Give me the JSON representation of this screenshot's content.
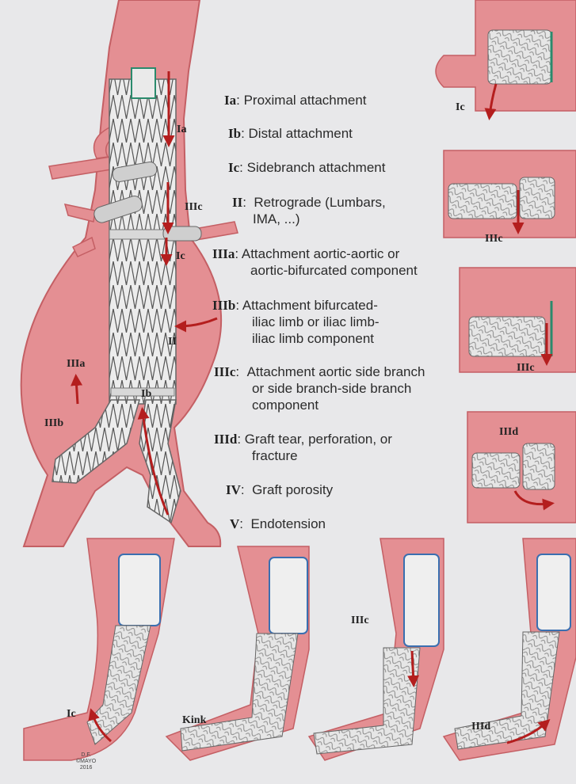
{
  "legend": [
    {
      "code": "Ia",
      "text": "Proximal attachment"
    },
    {
      "code": "Ib",
      "text": "Distal attachment"
    },
    {
      "code": "Ic",
      "text": "Sidebranch attachment"
    },
    {
      "code": "II",
      "text": "Retrograde (Lumbars,",
      "text2": "IMA, ...)"
    },
    {
      "code": "IIIa",
      "text": "Attachment aortic-aortic or",
      "text2": "aortic-bifurcated component"
    },
    {
      "code": "IIIb",
      "text": "Attachment bifurcated-",
      "text2": "iliac limb or iliac limb-",
      "text3": "iliac limb component"
    },
    {
      "code": "IIIc",
      "text": "Attachment aortic side branch",
      "text2": "or side branch-side branch",
      "text3": "component"
    },
    {
      "code": "IIId",
      "text": "Graft tear, perforation, or",
      "text2": "fracture"
    },
    {
      "code": "IV",
      "text": "Graft porosity"
    },
    {
      "code": "V",
      "text": "Endotension"
    }
  ],
  "labels": {
    "main_ia": "Ia",
    "main_iiic": "IIIc",
    "main_ic": "Ic",
    "main_ii": "II",
    "main_iiia": "IIIa",
    "main_ib": "Ib",
    "main_iiib": "IIIb",
    "side_ic": "Ic",
    "side_iiic_1": "IIIc",
    "side_iiic_2": "IIIc",
    "side_iiid": "IIId",
    "bottom_ic": "Ic",
    "bottom_kink": "Kink",
    "bottom_iiic": "IIIc",
    "bottom_iiid": "IIId"
  },
  "credit": {
    "line1": "D.F.",
    "line2": "©MAYO",
    "line3": "2016"
  },
  "colors": {
    "background": "#e8e8ea",
    "vessel": "#e48f93",
    "vessel_dark": "#c45f64",
    "graft": "#e6e6e6",
    "leak_arrow": "#b41e1e",
    "stent_wire": "#555555",
    "sealing_green": "#2a8a6c",
    "marker_yellow": "#e4c23a"
  }
}
